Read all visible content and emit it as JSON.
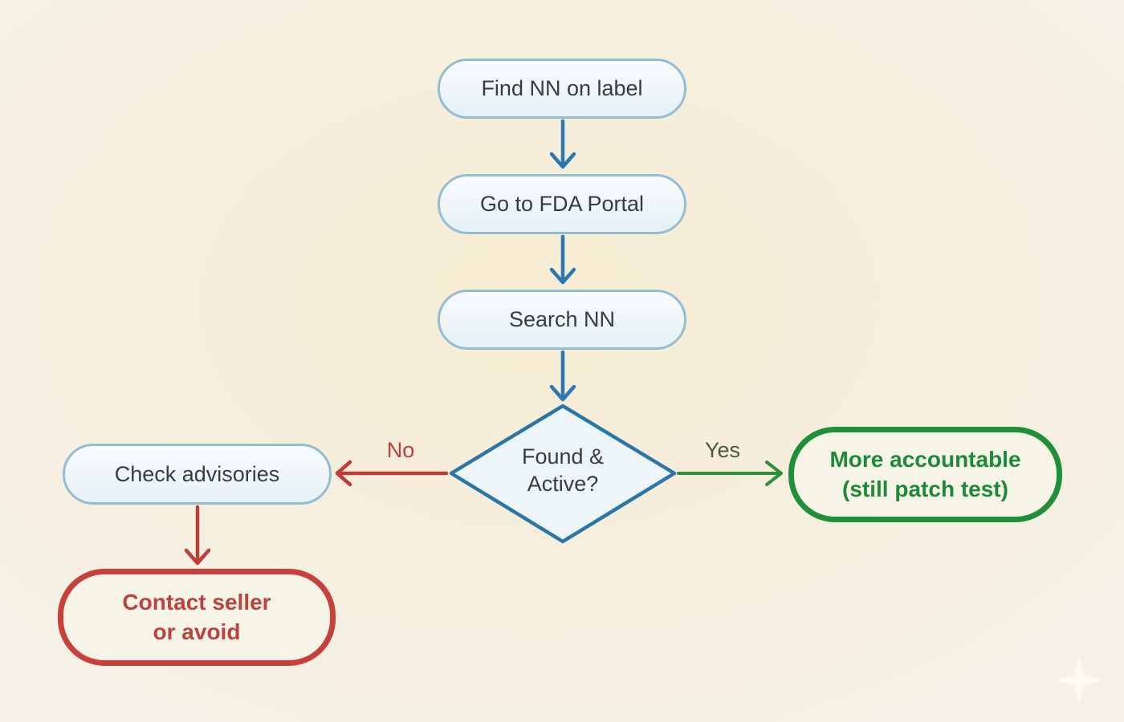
{
  "nodes": {
    "find": {
      "label": "Find NN on label"
    },
    "portal": {
      "label": "Go to FDA Portal"
    },
    "search": {
      "label": "Search NN"
    },
    "decision": {
      "label": "Found &\nActive?"
    },
    "advisories": {
      "label": "Check advisories"
    },
    "contact": {
      "label": "Contact seller\nor avoid"
    },
    "accountable": {
      "label": "More accountable\n(still patch test)"
    }
  },
  "edges": {
    "no": {
      "label": "No"
    },
    "yes": {
      "label": "Yes"
    }
  },
  "colors": {
    "background": "#f5efde",
    "process_fill": "#eef5f9",
    "process_border": "#93bdd3",
    "process_text": "#363c41",
    "flow_blue": "#2979b4",
    "flow_red": "#bd3d37",
    "flow_green": "#2f8f3c",
    "outcome_red_border": "#c8403a",
    "outcome_red_text": "#bb423d",
    "outcome_green_border": "#1f8f38",
    "outcome_green_text": "#1e8a38",
    "no_label_color": "#b5433d",
    "yes_label_color": "#47584c"
  }
}
